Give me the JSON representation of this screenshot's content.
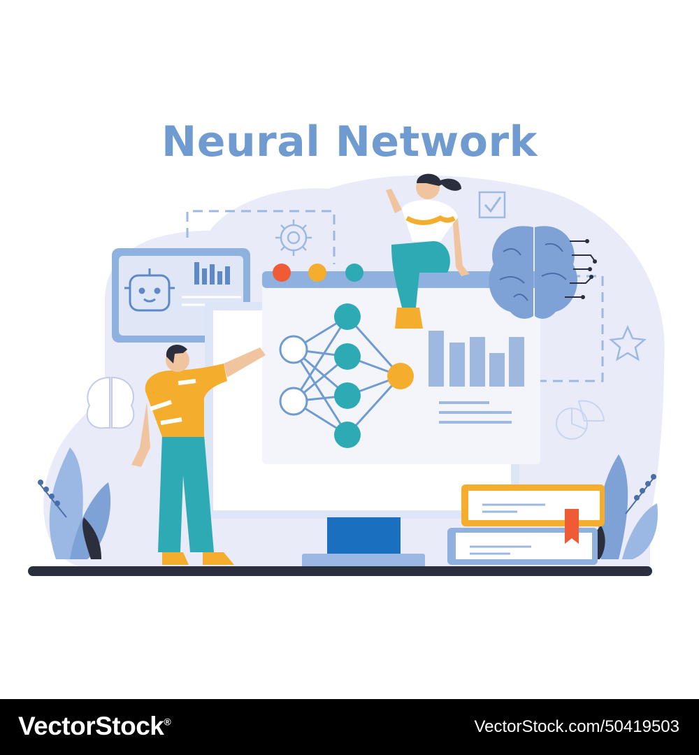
{
  "illustration": {
    "title": "Neural Network",
    "colors": {
      "accent_blue": "#6f9bd1",
      "light_blue": "#e9ecf8",
      "teal": "#2eaab4",
      "orange": "#f5ad2e",
      "red": "#ef5b34",
      "dark": "#2b2f3d"
    },
    "icons": [
      "robot-icon",
      "bar-chart-icon",
      "gear-icon",
      "checkbox-icon",
      "brain-circuit-icon",
      "star-icon",
      "pie-chart-icon",
      "neural-network-diagram",
      "books-icon"
    ]
  },
  "footer": {
    "brand": "VectorStock",
    "registered_mark": "®",
    "stock_id": "VectorStock.com/50419503"
  }
}
